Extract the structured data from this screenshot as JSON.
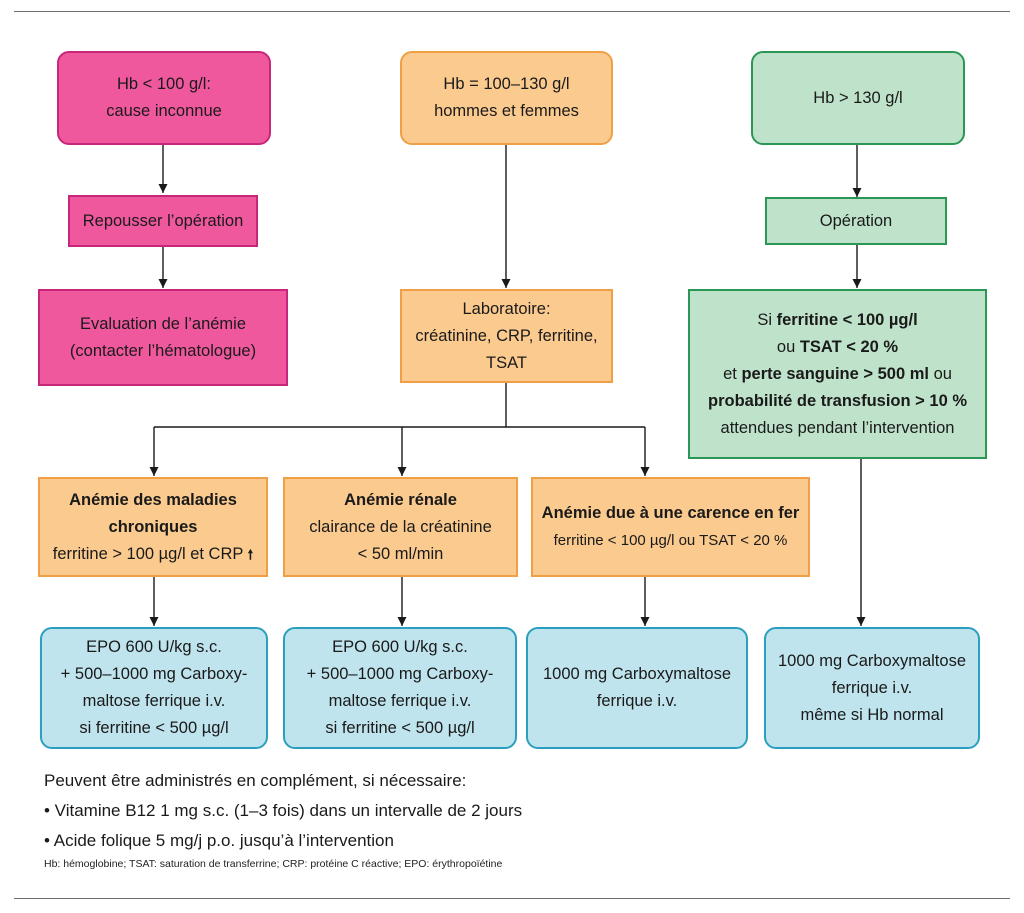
{
  "boxes": {
    "hb_low": {
      "line1": "Hb < 100 g/l:",
      "line2": "cause inconnue"
    },
    "hb_mid": {
      "line1": "Hb = 100–130 g/l",
      "line2": "hommes et femmes"
    },
    "hb_high": {
      "line1": "Hb > 130 g/l"
    },
    "postpone": {
      "line1": "Repousser l’opération"
    },
    "operation": {
      "line1": "Opération"
    },
    "evaluation": {
      "line1": "Evaluation de l’anémie",
      "line2": "(contacter l’hématologue)"
    },
    "laboratory": {
      "line1": "Laboratoire:",
      "line2": "créatinine, CRP, ferritine,",
      "line3": "TSAT"
    },
    "criteria": {
      "l1_pre": "Si ",
      "l1_bold": "ferritine < 100 µg/l",
      "l2_pre": "ou ",
      "l2_bold": "TSAT < 20 %",
      "l3_pre": "et ",
      "l3_bold": "perte sanguine > 500 ml",
      "l3_post": " ou",
      "l4_bold": "probabilité de transfusion > 10 %",
      "l5": "attendues pendant l’intervention"
    },
    "chronic": {
      "title1": "Anémie des maladies",
      "title2": "chroniques",
      "line3": "ferritine > 100 µg/l et CRP",
      "arrow": "🠕"
    },
    "renal": {
      "title": "Anémie rénale",
      "line2": "clairance de la créatinine",
      "line3": "< 50 ml/min"
    },
    "iron": {
      "title": "Anémie due à une carence en fer",
      "line2": "ferritine < 100 µg/l ou TSAT < 20 %"
    },
    "treat1": {
      "line1": "EPO 600 U/kg s.c.",
      "line2": "+ 500–1000 mg Carboxy-",
      "line3": "maltose ferrique i.v.",
      "line4": "si ferritine < 500 µg/l"
    },
    "treat2": {
      "line1": "EPO 600 U/kg s.c.",
      "line2": "+ 500–1000 mg Carboxy-",
      "line3": "maltose ferrique i.v.",
      "line4": "si ferritine < 500 µg/l"
    },
    "treat3": {
      "line1": "1000 mg Carboxymaltose",
      "line2": "ferrique i.v."
    },
    "treat4": {
      "line1": "1000 mg Carboxymaltose",
      "line2": "ferrique i.v.",
      "line3": "même si Hb normal"
    }
  },
  "footer": {
    "intro": "Peuvent être administrés en complément, si nécessaire:",
    "items": [
      "• Vitamine B12 1 mg s.c. (1–3 fois) dans un intervalle de 2 jours",
      "• Acide folique 5 mg/j p.o. jusqu’à l’intervention"
    ],
    "abbreviations": "Hb: hémoglobine; TSAT: saturation de transferrine; CRP: protéine C réactive; EPO: érythropoïétine"
  },
  "colors": {
    "pink_fill": "#f0589e",
    "pink_border": "#c8267a",
    "orange_fill": "#fbca8e",
    "orange_border": "#ef9f45",
    "green_fill": "#bfe3ca",
    "green_border": "#2c9655",
    "blue_fill": "#bfe4ed",
    "blue_border": "#2b9fc0"
  }
}
